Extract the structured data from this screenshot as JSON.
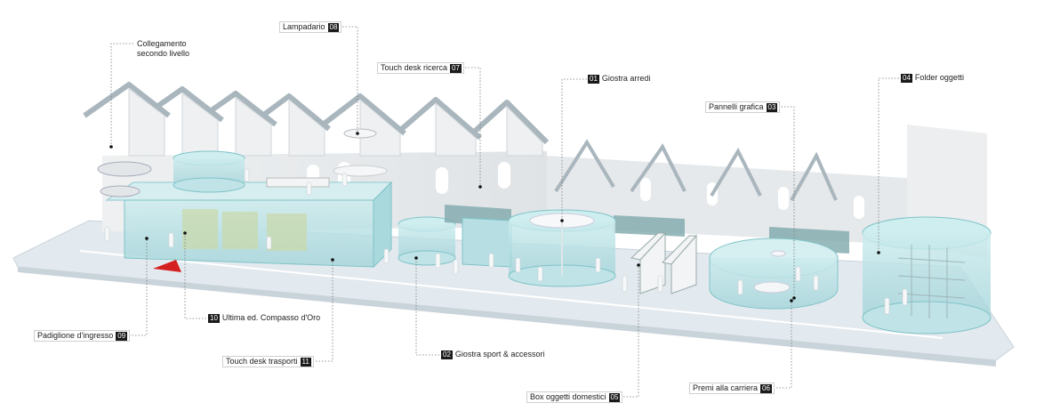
{
  "labels": [
    {
      "id": "collegamento",
      "line1": "Collegamento",
      "line2": "secondo livello"
    },
    {
      "id": "lampadario",
      "text": "Lampadario",
      "num": "08"
    },
    {
      "id": "touch-ricerca",
      "text": "Touch desk ricerca",
      "num": "07"
    },
    {
      "id": "giostra-arredi",
      "text": "Giostra arredi",
      "num": "01"
    },
    {
      "id": "pannelli-grafica",
      "text": "Pannelli grafica",
      "num": "03"
    },
    {
      "id": "folder-oggetti",
      "text": "Folder oggetti",
      "num": "04"
    },
    {
      "id": "padiglione",
      "text": "Padiglione d'ingresso",
      "num": "09"
    },
    {
      "id": "compasso",
      "text": "Ultima ed. Compasso d'Oro",
      "num": "10"
    },
    {
      "id": "touch-trasporti",
      "text": "Touch desk trasporti",
      "num": "11"
    },
    {
      "id": "giostra-sport",
      "text": "Giostra sport & accessori",
      "num": "02"
    },
    {
      "id": "box-oggetti",
      "text": "Box oggetti domestici",
      "num": "05"
    },
    {
      "id": "premi-carriera",
      "text": "Premi alla carriera",
      "num": "06"
    }
  ],
  "colors": {
    "glass": "#bfe3e6",
    "glass_edge": "#7fc3c8",
    "wall": "#e9ecee",
    "floor": "#dbe4ea",
    "truss": "#a9b6bd",
    "marker": "#d42020"
  }
}
